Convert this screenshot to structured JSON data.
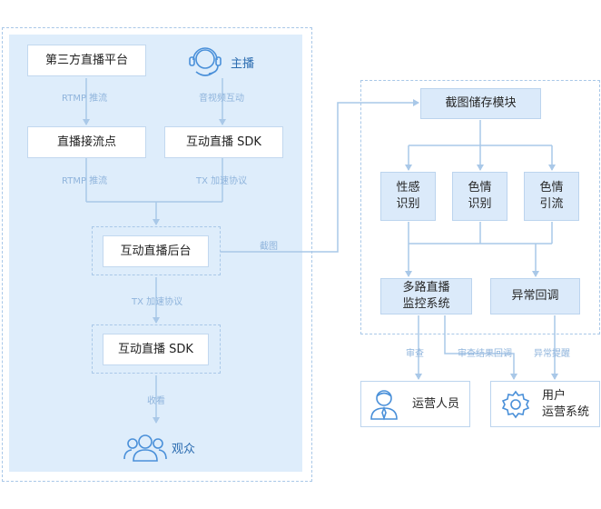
{
  "colors": {
    "line": "#a9c8e8",
    "panel": "#deedfb",
    "box_blue": "#dbeafa",
    "label": "#8fb4dc",
    "icon": "#4a90d9"
  },
  "left": {
    "third_party": "第三方直播平台",
    "anchor": "主播",
    "edge_rtmp_1": "RTMP 推流",
    "edge_av_interaction": "音视频互动",
    "ingest": "直播接流点",
    "live_sdk_top": "互动直播 SDK",
    "edge_rtmp_2": "RTMP 推流",
    "edge_tx_1": "TX 加速协议",
    "backend": "互动直播后台",
    "edge_tx_2": "TX 加速协议",
    "live_sdk_bottom": "互动直播 SDK",
    "edge_watch": "收看",
    "audience": "观众",
    "edge_screenshot": "截图"
  },
  "right": {
    "storage": "截图储存模块",
    "detect_sexy": [
      "性感",
      "识别"
    ],
    "detect_porn": [
      "色情",
      "识别"
    ],
    "detect_porn_drainage": [
      "色情",
      "引流"
    ],
    "monitor": [
      "多路直播",
      "监控系统"
    ],
    "callback": "异常回调",
    "edge_review": "审查",
    "edge_review_result": "审查结果回调",
    "edge_alert": "异常提醒",
    "operators": "运营人员",
    "user_system": [
      "用户",
      "运营系统"
    ]
  }
}
